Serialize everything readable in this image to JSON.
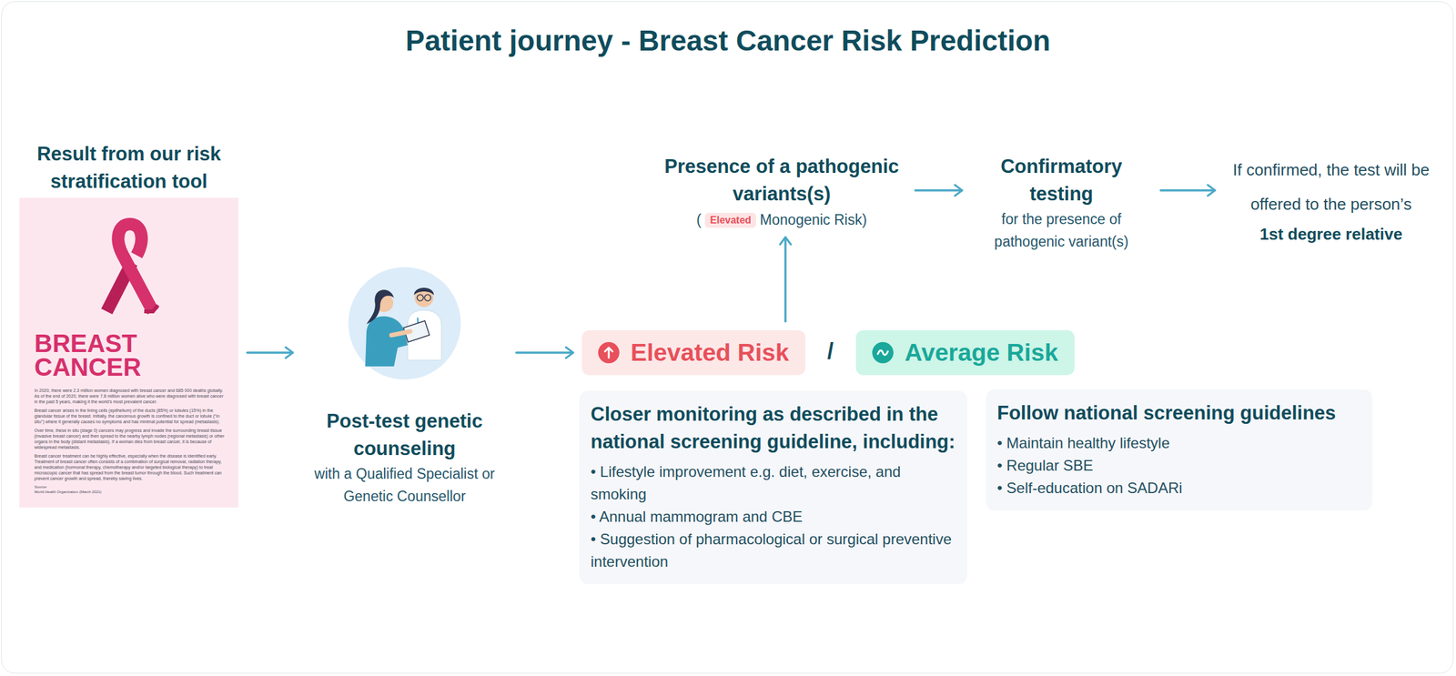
{
  "diagram": {
    "title": "Patient journey - Breast Cancer Risk Prediction",
    "nodes": [
      {
        "text": [
          "Result from our risk stratification tool",
          "BREAST CANCER",
          "In 2020, there were 2.3 million women diagnosed with breast cancer and 685 000 deaths globally. As of the end of 2020, there were 7.8 million women alive who were diagnosed with breast cancer in the past 5 years, making it the world's most prevalent cancer.",
          "Breast cancer arises in the lining cells (epithelium) of the ducts (85%) or lobules (15%) in the glandular tissue of the breast. Initially, the cancerous growth is confined to the duct or lobule (\"in situ\") where it generally causes no symptoms and has minimal potential for spread (metastasis).",
          "Over time, these in situ (stage 0) cancers may progress and invade the surrounding breast tissue (invasive breast cancer) and then spread to the nearby lymph nodes (regional metastasis) or other organs in the body (distant metastasis). If a woman dies from breast cancer, it is because of widespread metastasis.",
          "Breast cancer treatment can be highly effective, especially when the disease is identified early. Treatment of breast cancer often consists of a combination of surgical removal, radiation therapy, and medication (hormonal therapy, chemotherapy and/or targeted biological therapy) to treat microscopic cancer that has spread from the breast tumor through the blood. Such treatment can prevent cancer growth and spread, thereby saving lives.",
          "Source:",
          "World Health Organization (March 2021)"
        ]
      },
      {
        "text": [
          "Post-test genetic counseling",
          "with a Qualified Specialist or Genetic Counsellor"
        ]
      },
      {
        "text": [
          "Elevated Risk"
        ]
      },
      {
        "text": [
          "Average Risk"
        ]
      },
      {
        "text": [
          "Closer monitoring as described in the national screening guideline, including:",
          "• Lifestyle improvement e.g. diet, exercise, and smoking",
          "• Annual mammogram and CBE",
          "• Suggestion of pharmacological or surgical preventive intervention"
        ]
      },
      {
        "text": [
          "Follow national screening guidelines",
          "• Maintain healthy lifestyle",
          "• Regular SBE",
          "• Self-education on SADARi"
        ]
      },
      {
        "text": [
          "Presence of a pathogenic variants(s)",
          "(",
          "Monogenic Risk)"
        ]
      },
      {
        "text": [
          "Elevated"
        ],
        "in": 6
      },
      {
        "text": [
          "Confirmatory testing",
          "for the presence of pathogenic variant(s)"
        ]
      },
      {
        "text": [
          "If confirmed, the test will be offered to the person’s",
          "1st degree relative"
        ]
      }
    ],
    "edges": [
      {
        "from": 0,
        "to": 1,
        "arrow": "to"
      },
      {
        "from": 1,
        "to": 2,
        "arrow": "to"
      },
      {
        "from": 2,
        "to": 6,
        "arrow": "to"
      },
      {
        "from": 6,
        "to": 8,
        "arrow": "to"
      },
      {
        "from": 8,
        "to": 9,
        "arrow": "to"
      }
    ],
    "labels": [
      "/"
    ]
  }
}
